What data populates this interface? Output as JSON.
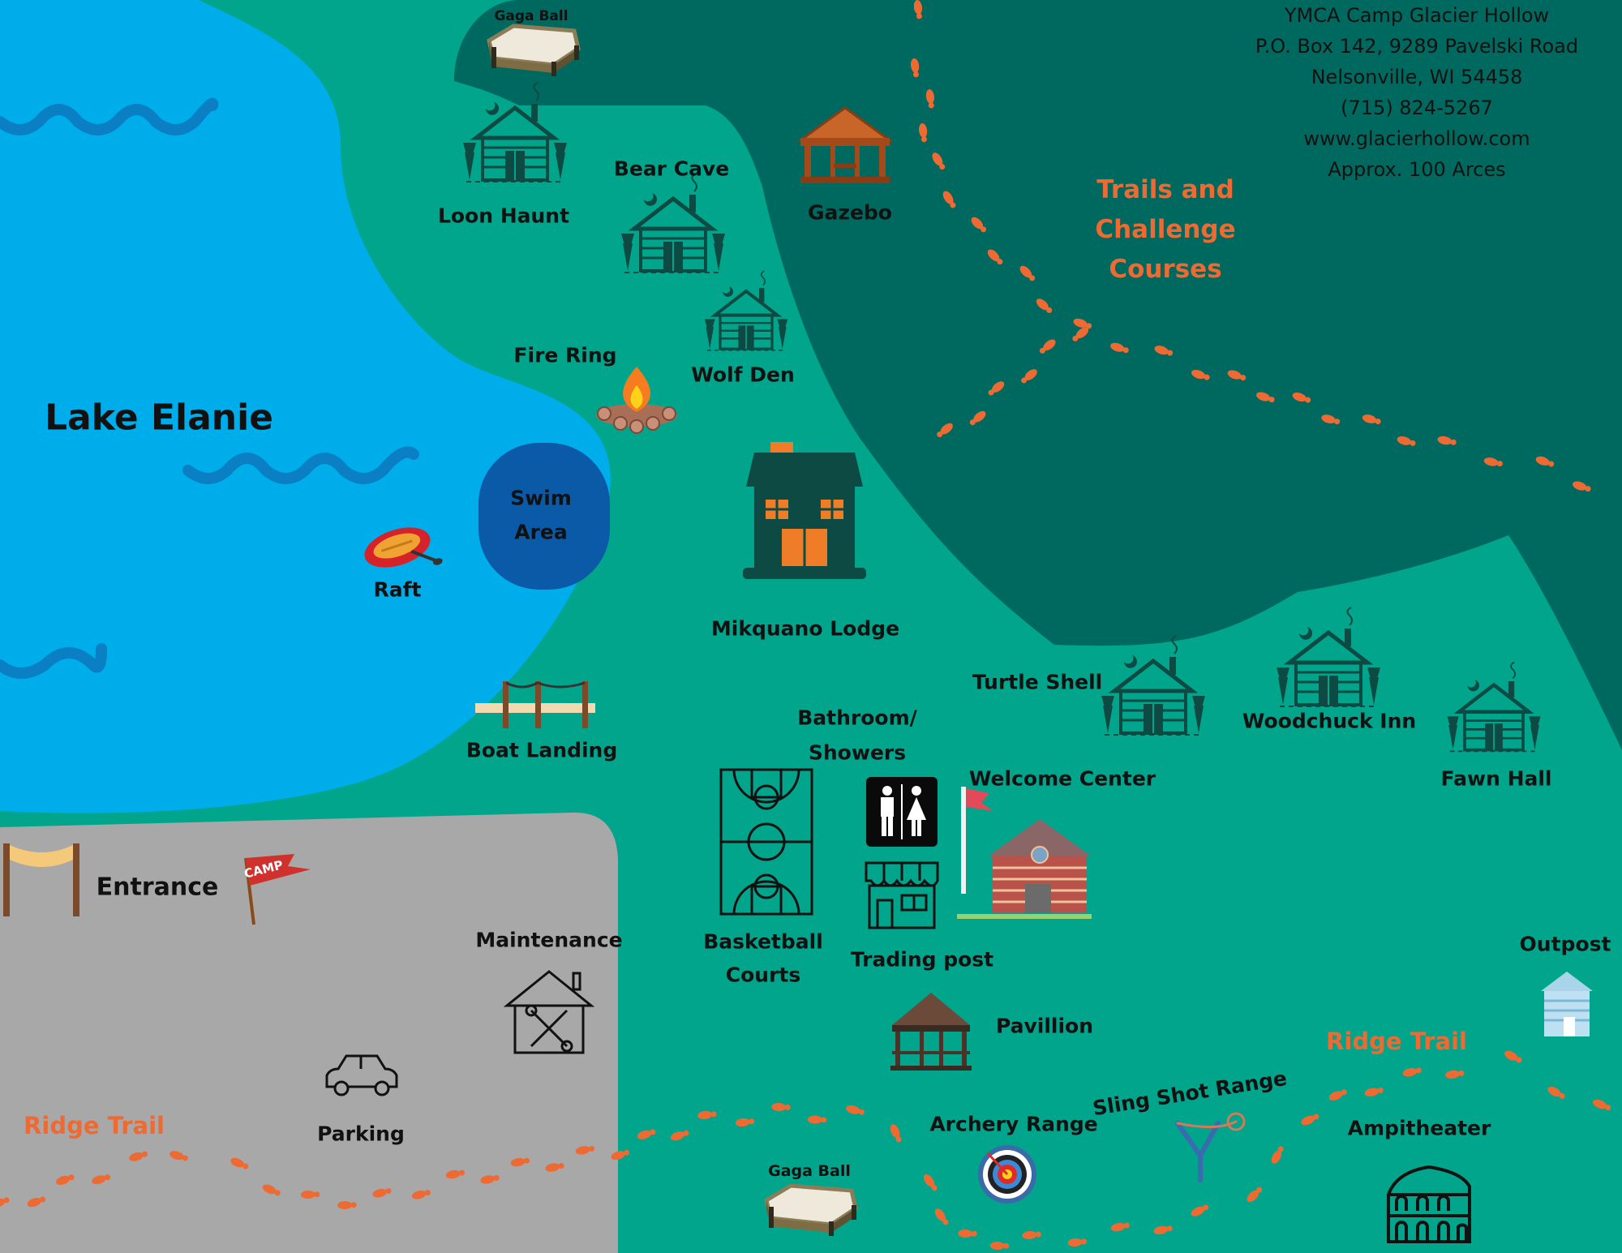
{
  "map_title": "Lake Elanie",
  "camp_info": {
    "name": "YMCA Camp Glacier Hollow",
    "address_1": "P.O. Box 142, 9289 Pavelski Road",
    "address_2": "Nelsonville, WI 54458",
    "phone": "(715) 824-5267",
    "website": "www.glacierhollow.com",
    "size": "Approx. 100 Arces"
  },
  "trail_labels": {
    "trails_1": "Trails and",
    "trails_2": "Challenge",
    "trails_3": "Courses",
    "ridge_left": "Ridge Trail",
    "ridge_right": "Ridge Trail"
  },
  "places": {
    "gaga_top": "Gaga Ball",
    "loon_haunt": "Loon Haunt",
    "bear_cave": "Bear Cave",
    "gazebo": "Gazebo",
    "fire_ring": "Fire Ring",
    "wolf_den": "Wolf Den",
    "swim_1": "Swim",
    "swim_2": "Area",
    "raft": "Raft",
    "lodge": "Mikquano Lodge",
    "boat_landing": "Boat Landing",
    "turtle_shell": "Turtle Shell",
    "woodchuck_inn": "Woodchuck Inn",
    "fawn_hall": "Fawn Hall",
    "bathroom_1": "Bathroom/",
    "bathroom_2": "Showers",
    "welcome_center": "Welcome Center",
    "entrance": "Entrance",
    "camp_flag": "CAMP",
    "maintenance": "Maintenance",
    "basketball_1": "Basketball",
    "basketball_2": "Courts",
    "trading_post": "Trading post",
    "outpost": "Outpost",
    "pavillion": "Pavillion",
    "parking": "Parking",
    "archery": "Archery Range",
    "sling_shot": "Sling Shot Range",
    "ampitheater": "Ampitheater",
    "gaga_bottom": "Gaga Ball"
  },
  "colors": {
    "lake": "#00adeb",
    "forest_dark": "#00695f",
    "grass": "#00a58c",
    "parking_lot": "#a8a8a8",
    "trail": "#ee6a33",
    "swim": "#0a5aa8",
    "cabin": "#0d4a44"
  }
}
